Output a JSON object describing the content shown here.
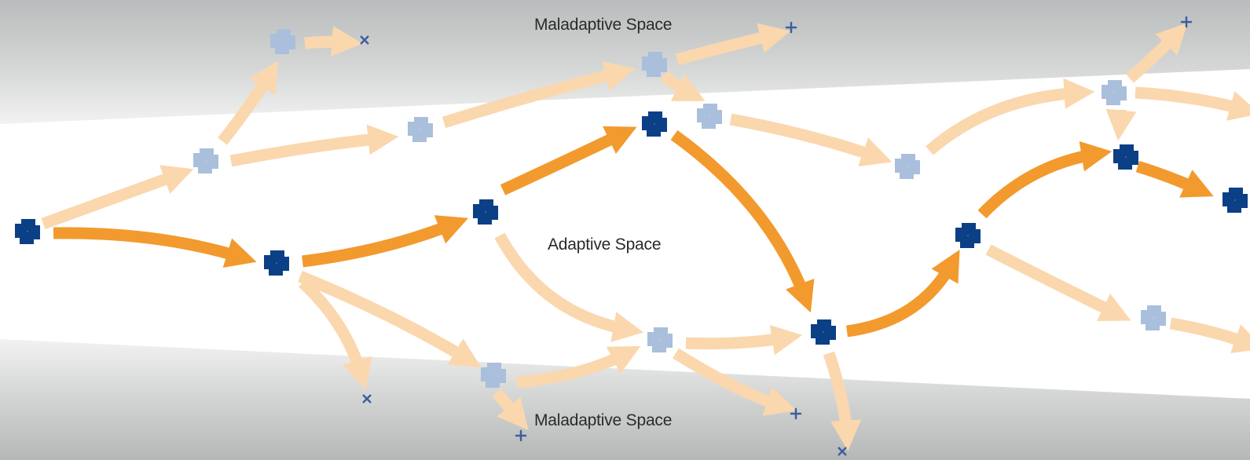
{
  "labels": {
    "maladaptive_top": "Maladaptive Space",
    "adaptive": "Adaptive Space",
    "maladaptive_bottom": "Maladaptive Space"
  },
  "colors": {
    "band_gray": "#c9cbcb",
    "active_arrow": "#f29a2e",
    "faded_arrow": "#fbd7ae",
    "active_node": "#0b3f86",
    "faded_node": "#a9bfdc",
    "end_marker": "#3d5f9c"
  },
  "legend_icons": {
    "node": "recycle-arrows-icon",
    "dead_end": "x-mark-icon"
  }
}
